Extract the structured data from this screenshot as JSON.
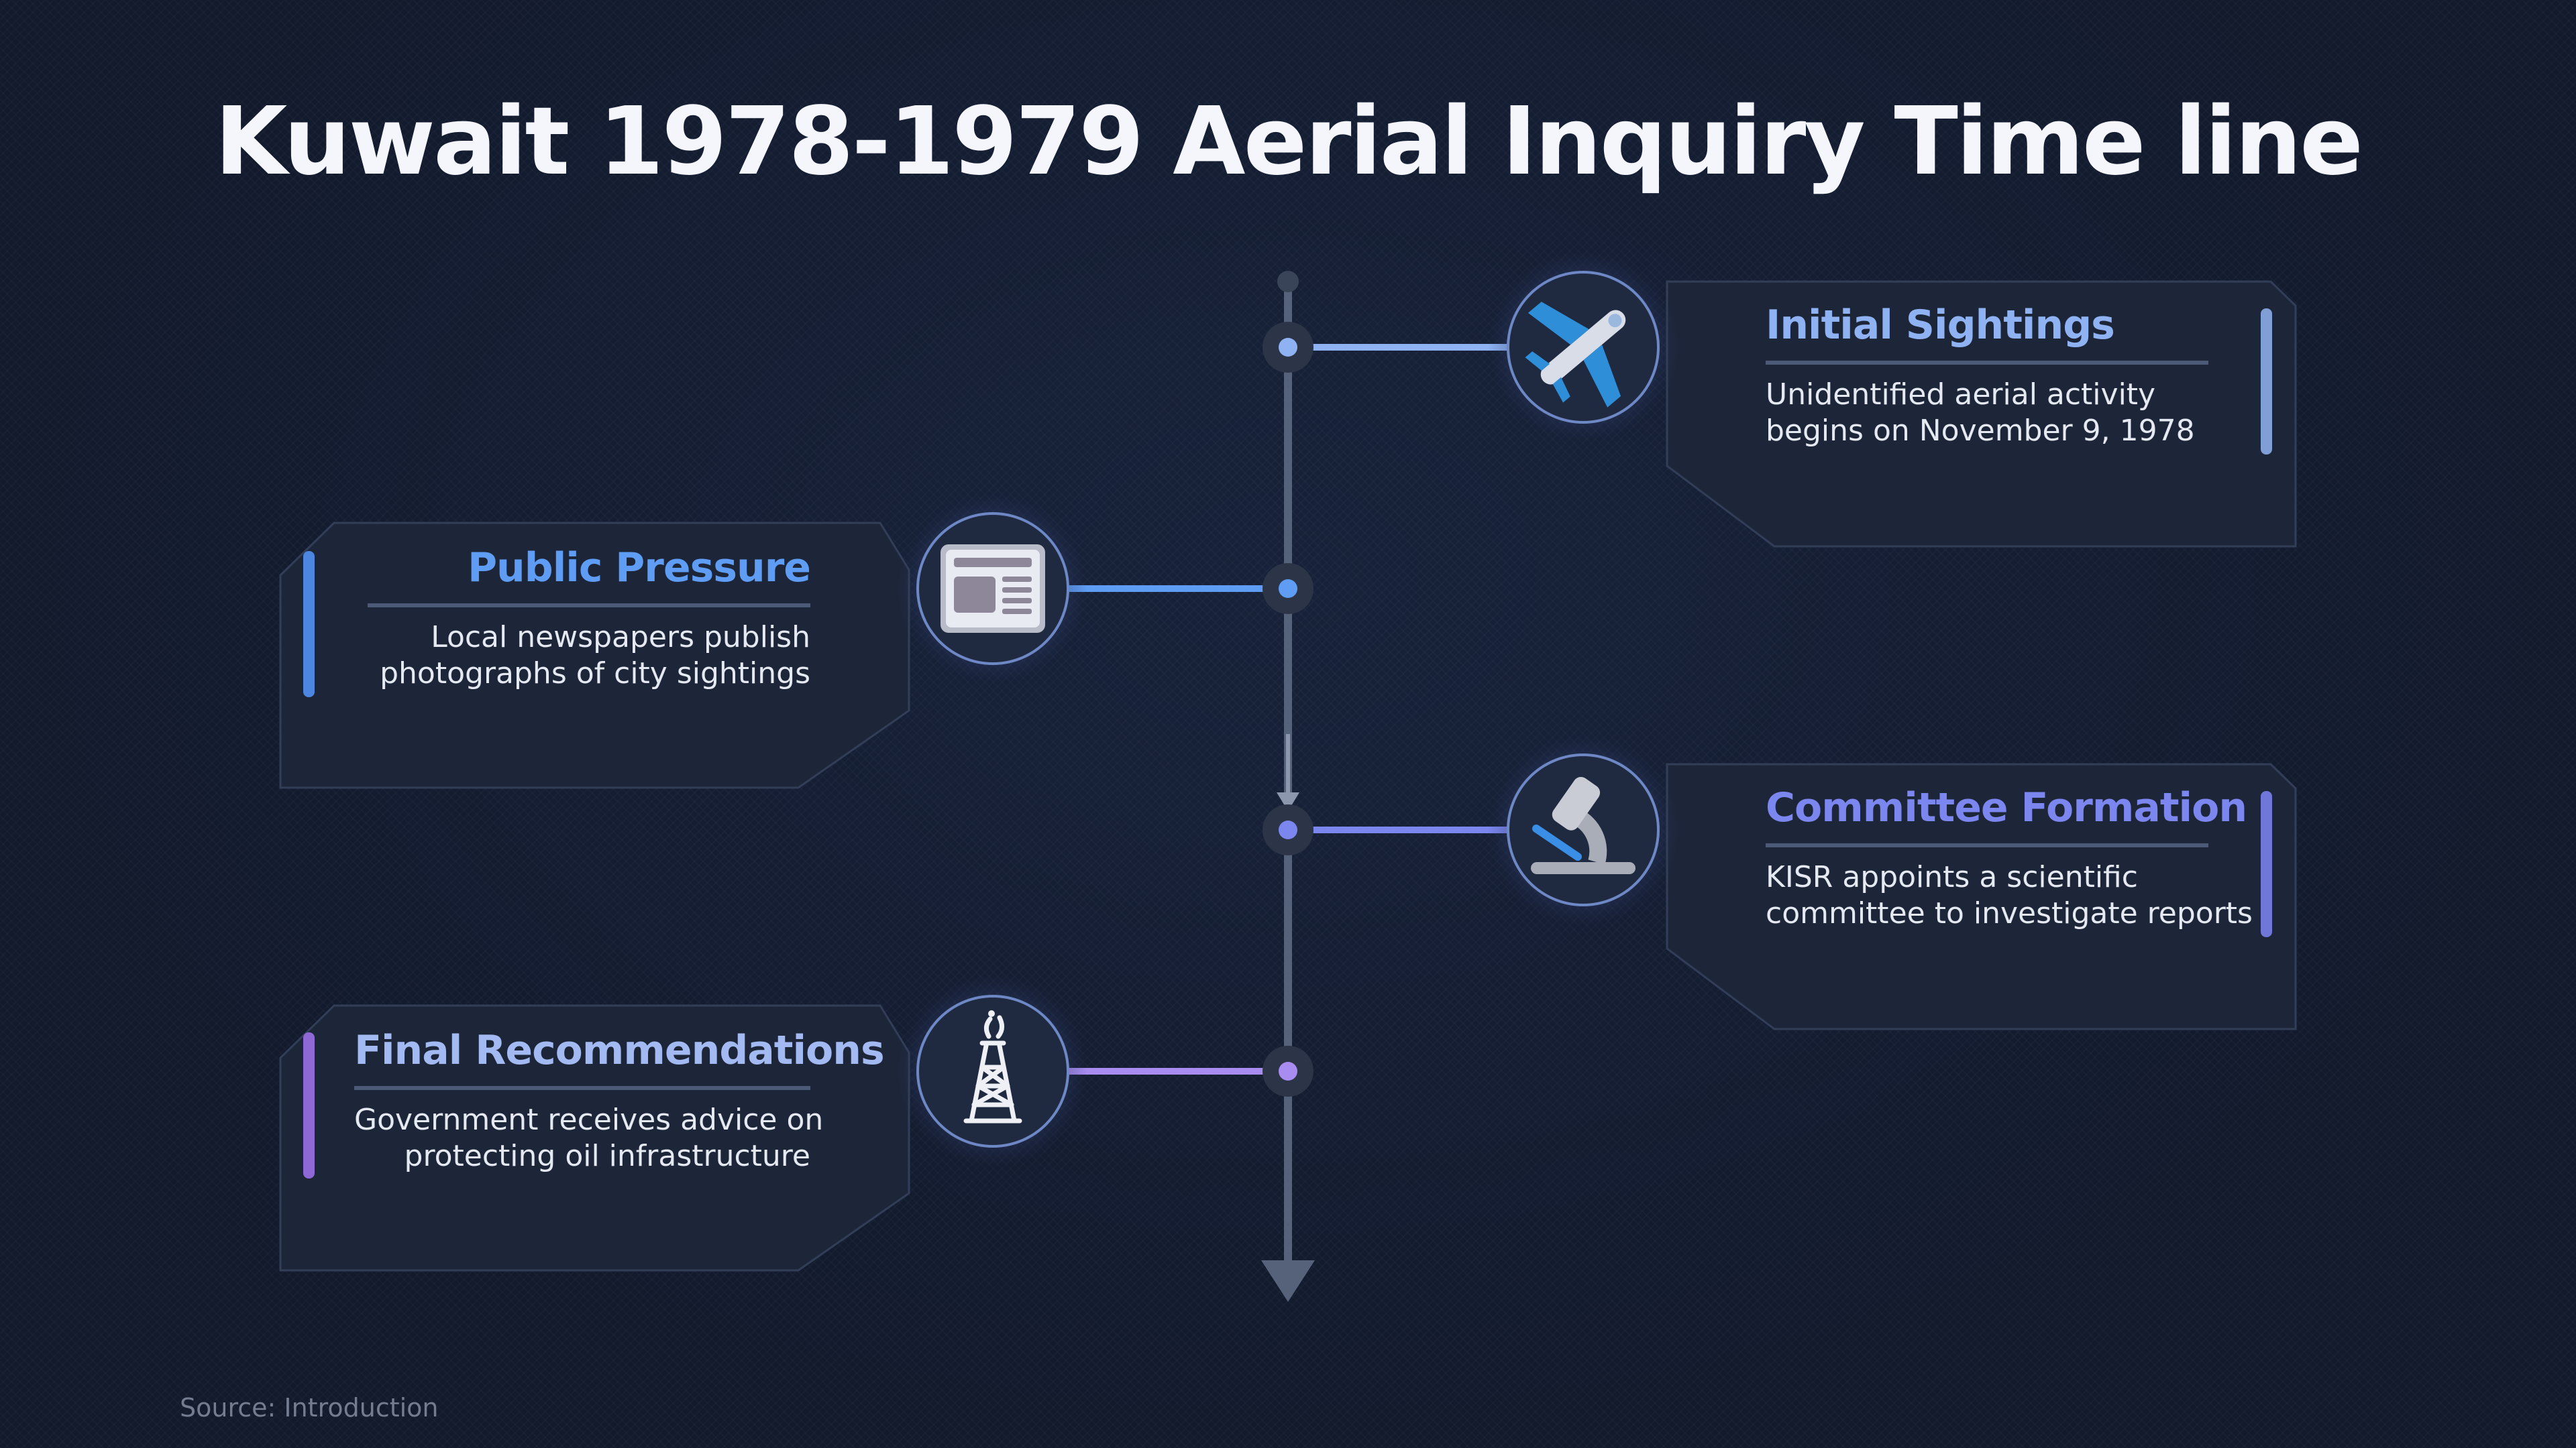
{
  "title": "Kuwait 1978-1979 Aerial Inquiry Time line",
  "source": "Source: Introduction",
  "events": [
    {
      "id": "initial-sightings",
      "title": "Initial Sightings",
      "desc": [
        "Unidentified aerial activity",
        "begins on November 9, 1978"
      ],
      "side": "right",
      "icon": "airplane-icon",
      "accent": "#8fb2f2",
      "bar": "#7f9fd6"
    },
    {
      "id": "public-pressure",
      "title": "Public Pressure",
      "desc": [
        "Local newspapers publish",
        "photographs of city sightings"
      ],
      "side": "left",
      "icon": "newspaper-icon",
      "accent": "#5f9df5",
      "bar": "#4d86e0"
    },
    {
      "id": "committee-formation",
      "title": "Committee Formation",
      "desc": [
        "KISR appoints a scientific",
        "committee to investigate reports"
      ],
      "side": "right",
      "icon": "microscope-icon",
      "accent": "#7b86ee",
      "bar": "#6f78d8"
    },
    {
      "id": "final-recommendations",
      "title": "Final Recommendations",
      "desc": [
        "Government receives advice on",
        "protecting oil infrastructure"
      ],
      "side": "left",
      "icon": "oil-derrick-icon",
      "accent": "#a3b9f1",
      "bar": "#8e69d6"
    }
  ]
}
